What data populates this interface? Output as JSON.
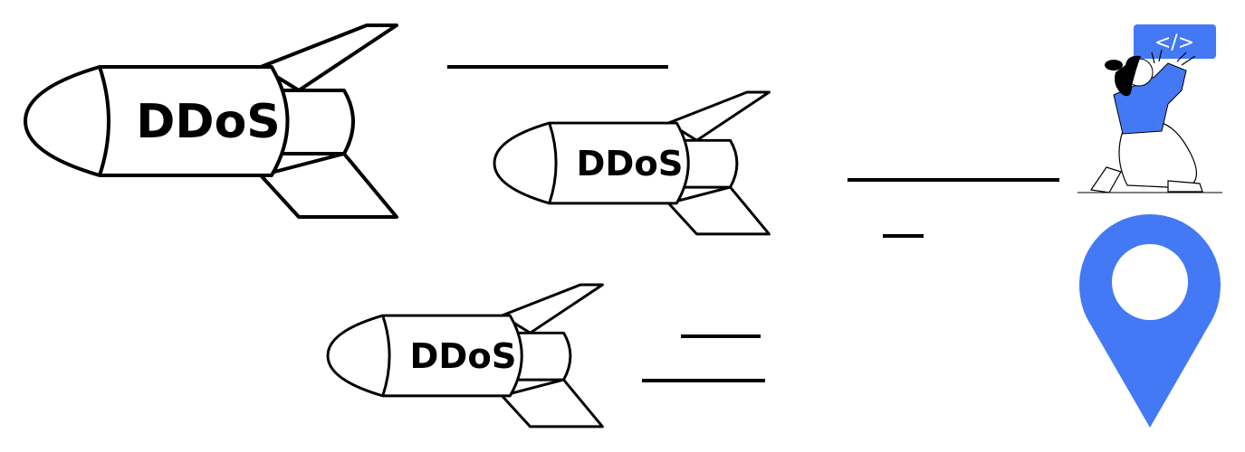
{
  "rockets": [
    {
      "label": "DDoS"
    },
    {
      "label": "DDoS"
    },
    {
      "label": "DDoS"
    }
  ],
  "code_panel": {
    "label": "</>"
  },
  "colors": {
    "accent": "#4479f5",
    "stroke": "#000000",
    "background": "#ffffff"
  }
}
